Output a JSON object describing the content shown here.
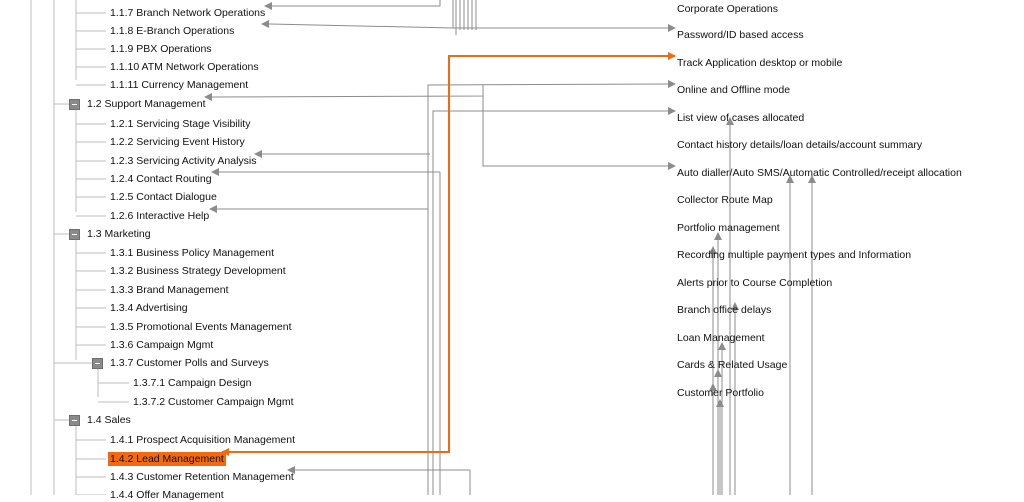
{
  "tree": [
    {
      "id": "n117",
      "label": "1.1.7 Branch Network Operations"
    },
    {
      "id": "n118",
      "label": "1.1.8 E-Branch Operations"
    },
    {
      "id": "n119",
      "label": "1.1.9 PBX Operations"
    },
    {
      "id": "n1110",
      "label": "1.1.10 ATM Network Operations"
    },
    {
      "id": "n1111",
      "label": "1.1.11 Currency Management"
    },
    {
      "id": "n12",
      "label": "1.2 Support Management"
    },
    {
      "id": "n121",
      "label": "1.2.1 Servicing Stage Visibility"
    },
    {
      "id": "n122",
      "label": "1.2.2 Servicing Event History"
    },
    {
      "id": "n123",
      "label": "1.2.3 Servicing Activity Analysis"
    },
    {
      "id": "n124",
      "label": "1.2.4 Contact Routing"
    },
    {
      "id": "n125",
      "label": "1.2.5 Contact Dialogue"
    },
    {
      "id": "n126",
      "label": "1.2.6 Interactive Help"
    },
    {
      "id": "n13",
      "label": "1.3 Marketing"
    },
    {
      "id": "n131",
      "label": "1.3.1 Business Policy Management"
    },
    {
      "id": "n132",
      "label": "1.3.2 Business Strategy Development"
    },
    {
      "id": "n133",
      "label": "1.3.3 Brand Management"
    },
    {
      "id": "n134",
      "label": "1.3.4 Advertising"
    },
    {
      "id": "n135",
      "label": "1.3.5 Promotional Events Management"
    },
    {
      "id": "n136",
      "label": "1.3.6 Campaign Mgmt"
    },
    {
      "id": "n137",
      "label": "1.3.7 Customer Polls and Surveys"
    },
    {
      "id": "n1371",
      "label": "1.3.7.1 Campaign Design"
    },
    {
      "id": "n1372",
      "label": "1.3.7.2 Customer Campaign Mgmt"
    },
    {
      "id": "n14",
      "label": "1.4 Sales"
    },
    {
      "id": "n141",
      "label": "1.4.1 Prospect Acquisition Management"
    },
    {
      "id": "n142",
      "label": "1.4.2 Lead Management"
    },
    {
      "id": "n143",
      "label": "1.4.3 Customer Retention Management"
    },
    {
      "id": "n144",
      "label": "1.4.4 Offer Management"
    }
  ],
  "requirements": [
    {
      "id": "r0",
      "label": "Corporate Operations"
    },
    {
      "id": "r1",
      "label": "Password/ID based access"
    },
    {
      "id": "r2",
      "label": "Track Application desktop or mobile"
    },
    {
      "id": "r3",
      "label": "Online and Offline mode"
    },
    {
      "id": "r4",
      "label": "List view of cases allocated"
    },
    {
      "id": "r5",
      "label": "Contact history details/loan details/account summary"
    },
    {
      "id": "r6",
      "label": "Auto dialler/Auto SMS/Automatic Controlled/receipt allocation"
    },
    {
      "id": "r7",
      "label": "Collector Route Map"
    },
    {
      "id": "r8",
      "label": "Portfolio management"
    },
    {
      "id": "r9",
      "label": "Recording multiple payment types and Information"
    },
    {
      "id": "r10",
      "label": "Alerts prior to Course Completion"
    },
    {
      "id": "r11",
      "label": "Branch office delays"
    },
    {
      "id": "r12",
      "label": "Loan  Management"
    },
    {
      "id": "r13",
      "label": "Cards & Related Usage"
    },
    {
      "id": "r14",
      "label": "Customer Portfolio"
    }
  ],
  "colors": {
    "wire": "#8c8c8c",
    "highlight_wire": "#f26a10",
    "highlight_fill": "#f26a10",
    "tree_line": "#bdbdbd"
  },
  "highlighted_node": "n142",
  "highlighted_requirement": "r2"
}
